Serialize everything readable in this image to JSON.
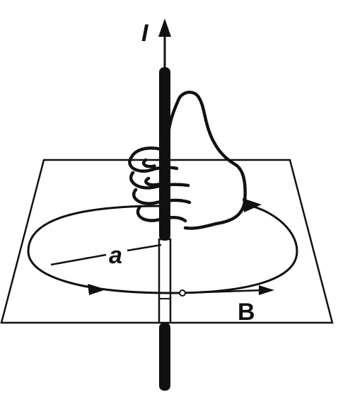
{
  "labels": {
    "current": "I",
    "radius": "a",
    "field": "B"
  },
  "colors": {
    "ink": "#111111",
    "paper": "#ffffff"
  },
  "icons": {
    "hand": "right-hand-thumb-up-icon"
  }
}
